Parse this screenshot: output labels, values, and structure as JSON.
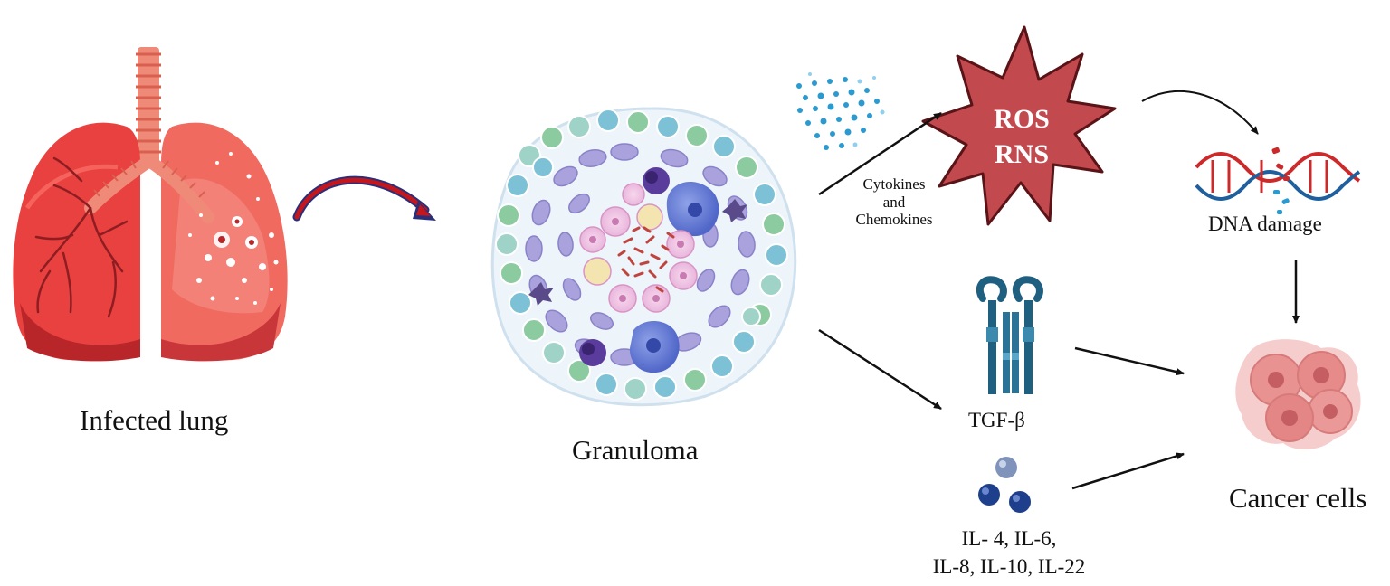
{
  "labels": {
    "infected_lung": "Infected lung",
    "granuloma": "Granuloma",
    "cytokines": "Cytokines",
    "and": "and",
    "chemokines": "Chemokines",
    "ros": "ROS",
    "rns": "RNS",
    "dna_damage": "DNA damage",
    "tgf_beta": "TGF-β",
    "interleukins_line1": "IL- 4, IL-6,",
    "interleukins_line2": "IL-8, IL-10, IL-22",
    "cancer_cells": "Cancer cells"
  },
  "colors": {
    "lung_red": "#e8413f",
    "lung_dark": "#b8262a",
    "trachea": "#f08a78",
    "burst": "#c24a4f",
    "granuloma_border": "#e8f1f8",
    "arrow": "#111111",
    "curved_arrow_red": "#c4171d",
    "curved_arrow_navy": "#2a2f7a",
    "dna_red": "#cc2a2a",
    "dna_blue": "#1f5f9e",
    "receptor_blue": "#1f5f80",
    "interleukin_blue": "#1d3f8c",
    "cancer_pink": "#e89292",
    "droplet_blue": "#2a9ad0"
  },
  "icons": [
    "lung-icon",
    "granuloma-icon",
    "droplets-icon",
    "burst-icon",
    "dna-icon",
    "receptor-icon",
    "interleukin-molecules-icon",
    "cancer-cells-icon"
  ]
}
